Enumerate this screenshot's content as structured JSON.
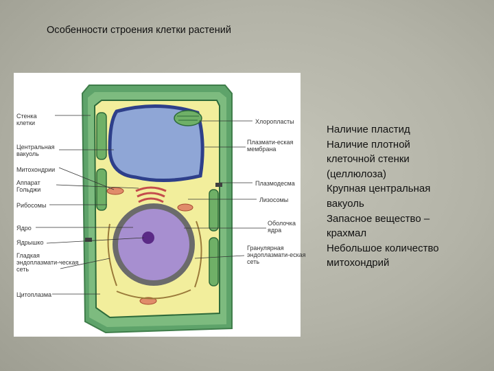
{
  "slide": {
    "title": "Особенности строения клетки растений"
  },
  "diagram": {
    "labels_left": [
      "Стенка\nклетки",
      "Центральная\nвакуоль",
      "Митохондрии",
      "Аппарат\nГольджи",
      "Рибосомы",
      "Ядро",
      "Ядрышко",
      "Гладкая\nэндоплазмати-ческая\nсеть",
      "Цитоплазма"
    ],
    "labels_right": [
      "Хлоропласты",
      "Плазмати-еская\nмембрана",
      "Плазмодесма",
      "Лизосомы",
      "Оболочка\nядра",
      "Гранулярная\nэндоплазмати-еская\nсеть"
    ],
    "colors": {
      "cell_wall": "#5ea36a",
      "cell_wall_dark": "#3f7d4a",
      "cytoplasm": "#f2ee9c",
      "vacuole": "#8fa6d6",
      "vacuole_rim": "#2e3f8a",
      "nucleus": "#a78fd0",
      "nucleolus": "#5b2a86",
      "chloroplast": "#6fb067"
    }
  },
  "features": [
    "Наличие пластид",
    "Наличие плотной",
    "клеточной стенки",
    "(целлюлоза)",
    "Крупная центральная",
    "вакуоль",
    "Запасное вещество –",
    "крахмал",
    "Небольшое количество",
    "митохондрий"
  ]
}
